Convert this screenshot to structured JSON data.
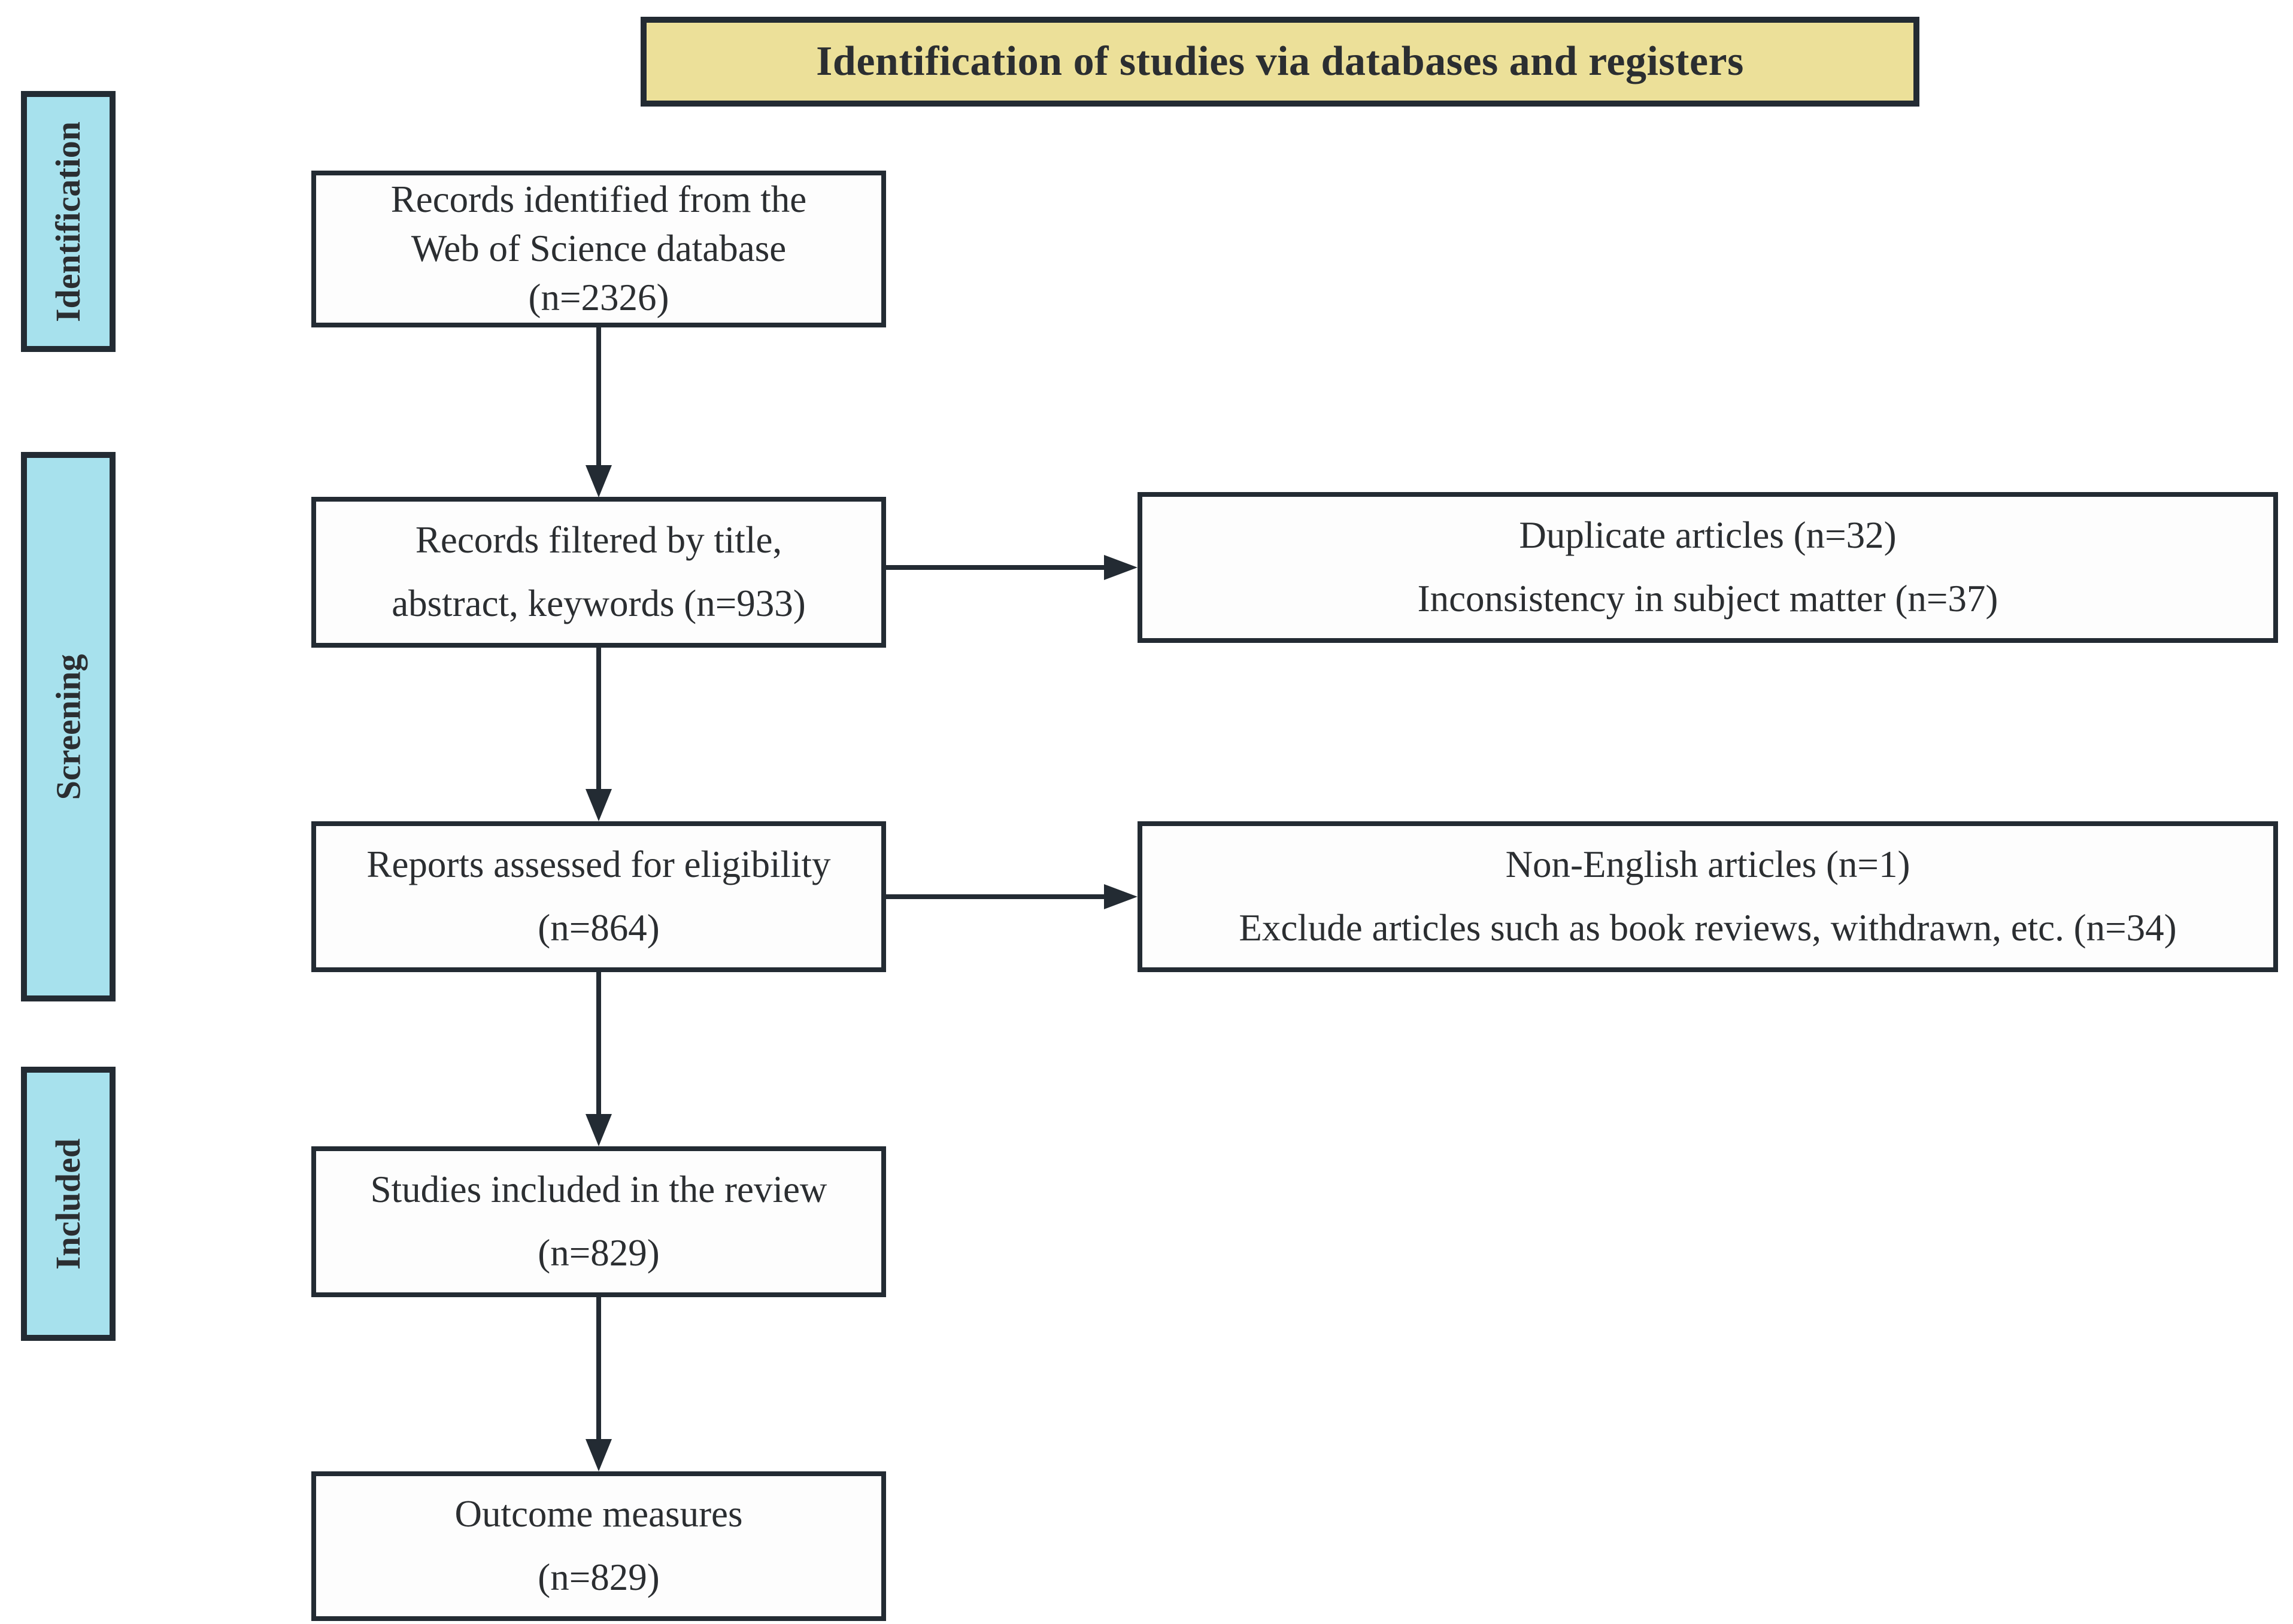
{
  "diagram": {
    "title": "Identification of studies via databases and registers",
    "stages": [
      {
        "label": "Identification"
      },
      {
        "label": "Screening"
      },
      {
        "label": "Included"
      }
    ],
    "main_boxes": [
      {
        "lines": [
          "Records identified from the",
          "Web of Science database",
          "(n=2326)"
        ]
      },
      {
        "lines": [
          "Records filtered by title,",
          "abstract, keywords (n=933)"
        ]
      },
      {
        "lines": [
          "Reports assessed for eligibility",
          "(n=864)"
        ]
      },
      {
        "lines": [
          "Studies included in the review",
          "(n=829)"
        ]
      },
      {
        "lines": [
          "Outcome measures",
          "(n=829)"
        ]
      }
    ],
    "exclusion_boxes": [
      {
        "lines": [
          "Duplicate articles (n=32)",
          "Inconsistency in subject matter (n=37)"
        ]
      },
      {
        "lines": [
          "Non-English articles (n=1)",
          "Exclude articles such as book reviews, withdrawn, etc. (n=34)"
        ]
      }
    ],
    "colors": {
      "title_fill": "#ece099",
      "stage_fill": "#a7e1ed",
      "border": "#232b33",
      "text": "#2b2e31"
    }
  }
}
